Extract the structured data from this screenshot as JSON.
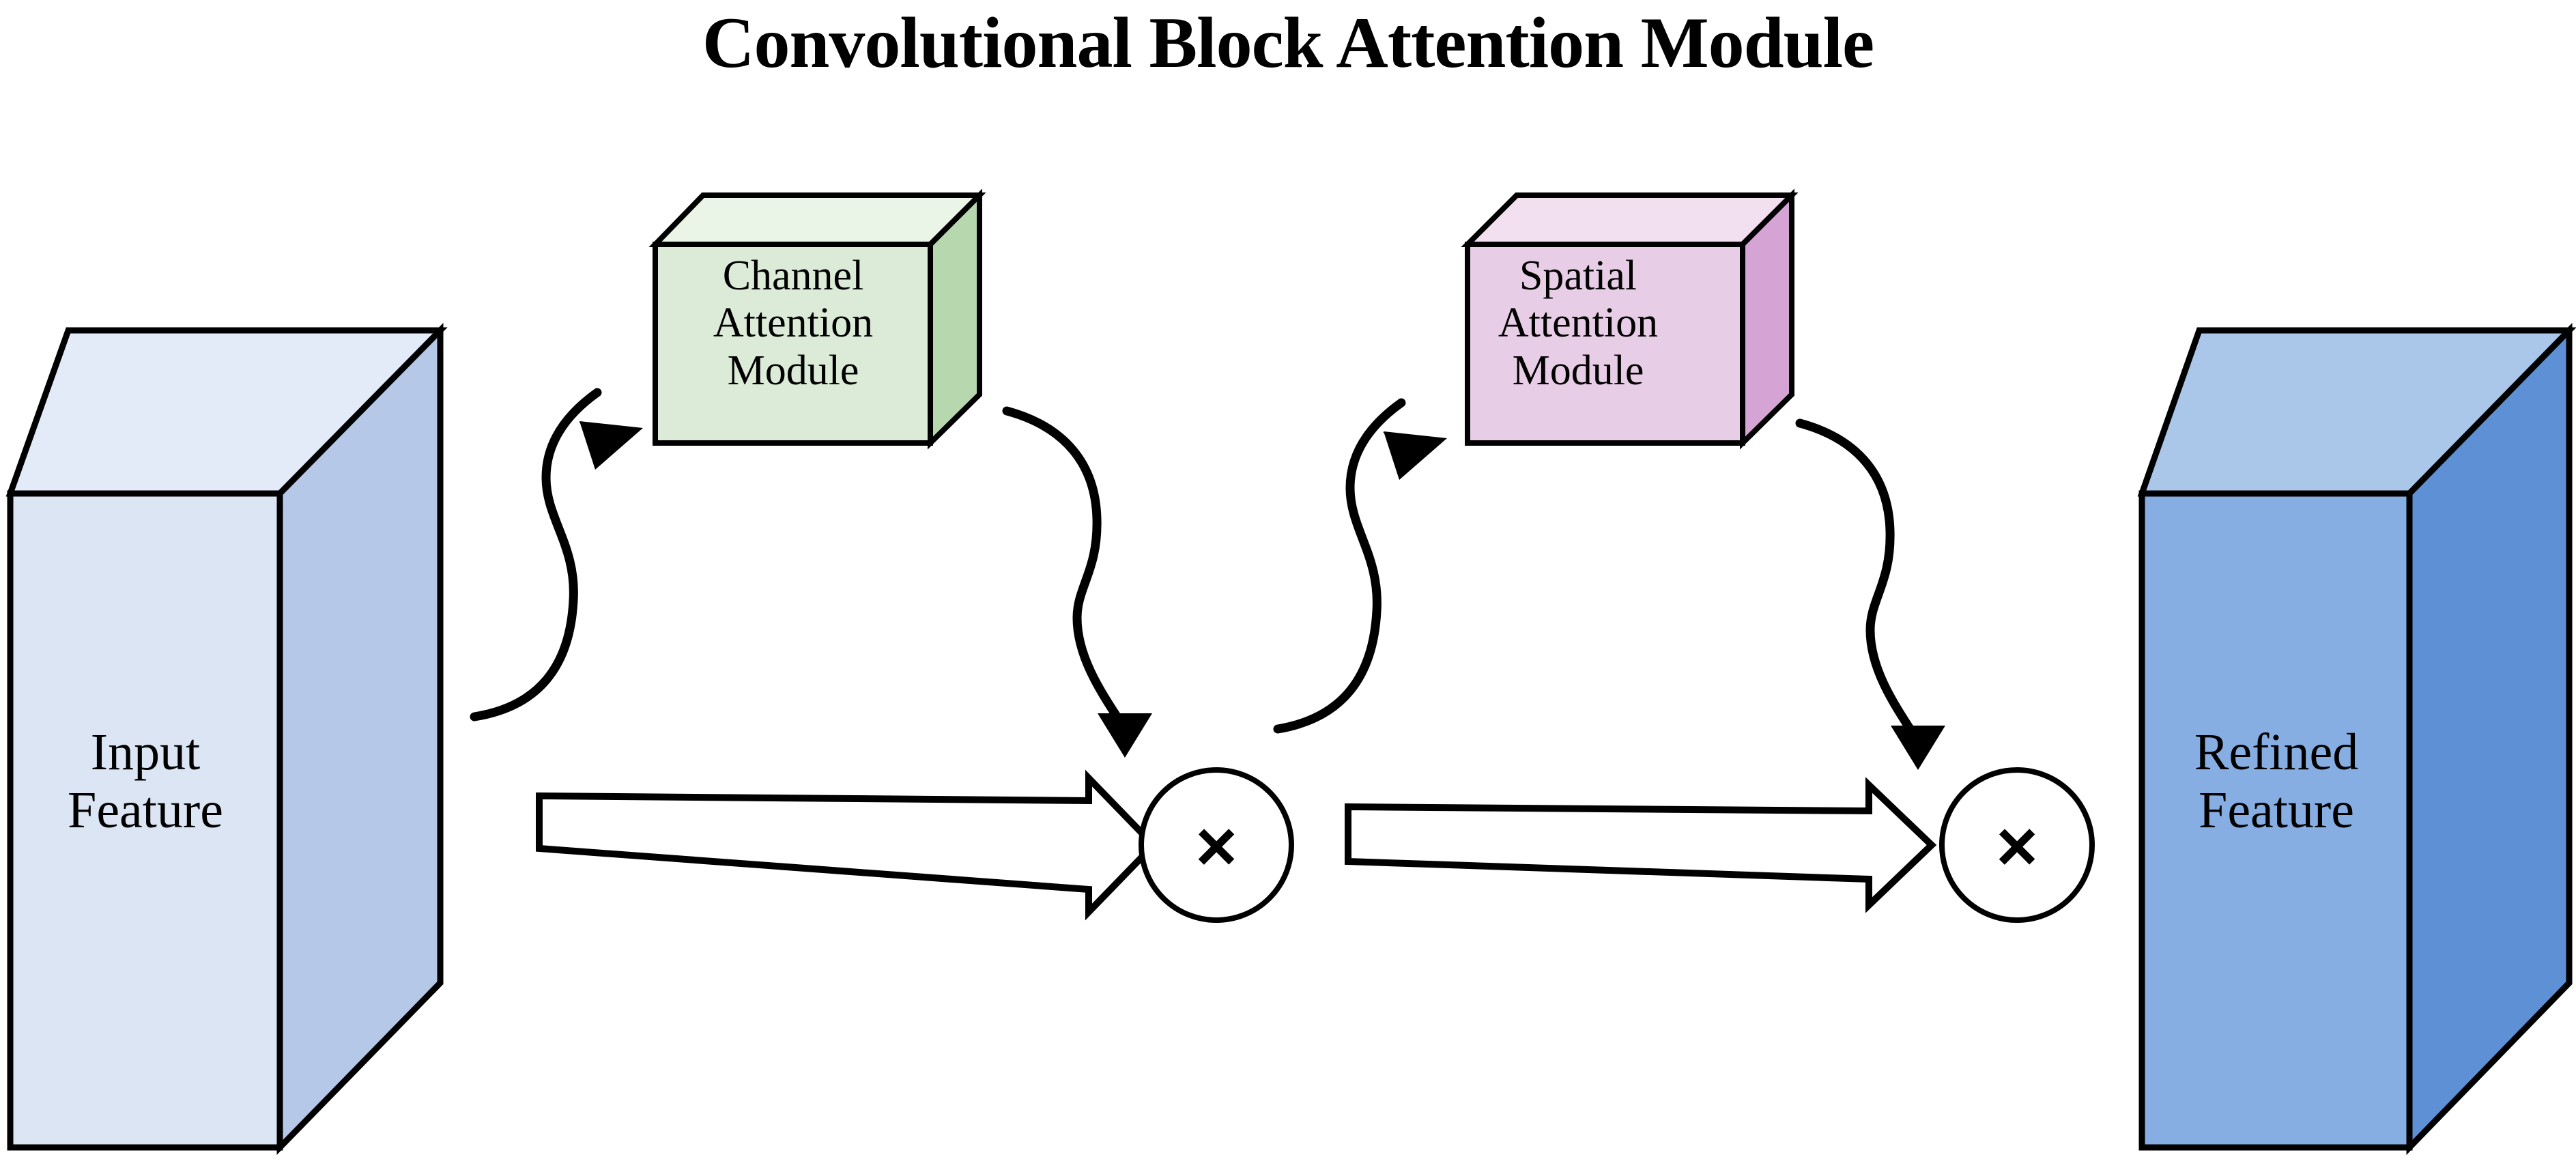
{
  "title": "Convolutional Block Attention Module",
  "blocks": {
    "input_feature": {
      "label": "Input\nFeature",
      "front_color": "#dbe5f4",
      "side_color": "#b5c8e8",
      "top_color": "#e4ebf8"
    },
    "refined_feature": {
      "label": "Refined\nFeature",
      "front_color": "#86aee2",
      "side_color": "#5d90d4",
      "top_color": "#aac7ea"
    },
    "channel_attention": {
      "label": "Channel\nAttention\nModule",
      "front_color": "#dcebd7",
      "side_color": "#b7d8ae",
      "top_color": "#eaf4e7"
    },
    "spatial_attention": {
      "label": "Spatial\nAttention\nModule",
      "front_color": "#e8cde6",
      "side_color": "#d6a4d4",
      "top_color": "#f2e0f0"
    }
  },
  "operators": {
    "multiply_1": {
      "symbol": "×",
      "name": "element-wise multiplication"
    },
    "multiply_2": {
      "symbol": "×",
      "name": "element-wise multiplication"
    }
  },
  "connectors": {
    "input_to_channel": "curved-arrow",
    "channel_to_multiply_1": "curved-arrow",
    "multiply_1_to_spatial": "curved-arrow",
    "spatial_to_multiply_2": "curved-arrow",
    "feature_flow_1": "block-arrow",
    "feature_flow_2": "block-arrow"
  },
  "colors": {
    "stroke": "#000000",
    "background": "#ffffff"
  }
}
